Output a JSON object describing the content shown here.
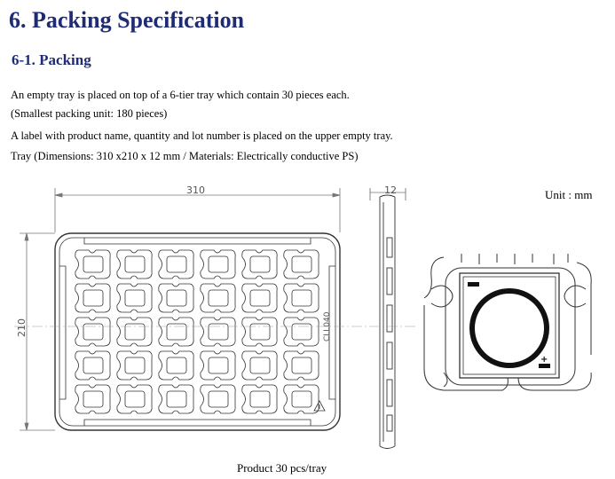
{
  "section": {
    "title": "6. Packing Specification",
    "subtitle": "6-1. Packing"
  },
  "body": {
    "line1": "An empty tray is placed on top of a 6-tier tray which contain 30 pieces each.",
    "line2": "(Smallest packing unit: 180 pieces)",
    "line3": " A label with product name, quantity and lot number is placed on the upper empty tray.",
    "line4": "Tray (Dimensions: 310 x210 x 12 mm / Materials: Electrically conductive PS)"
  },
  "drawing": {
    "unit": "Unit : mm",
    "width_dim": "310",
    "height_dim": "210",
    "thickness_dim": "12",
    "tray_mark": "CLL040",
    "caption": "Product 30 pcs/tray",
    "polarity_plus": "+",
    "tray_pockets": {
      "columns": 6,
      "rows": 5
    }
  }
}
